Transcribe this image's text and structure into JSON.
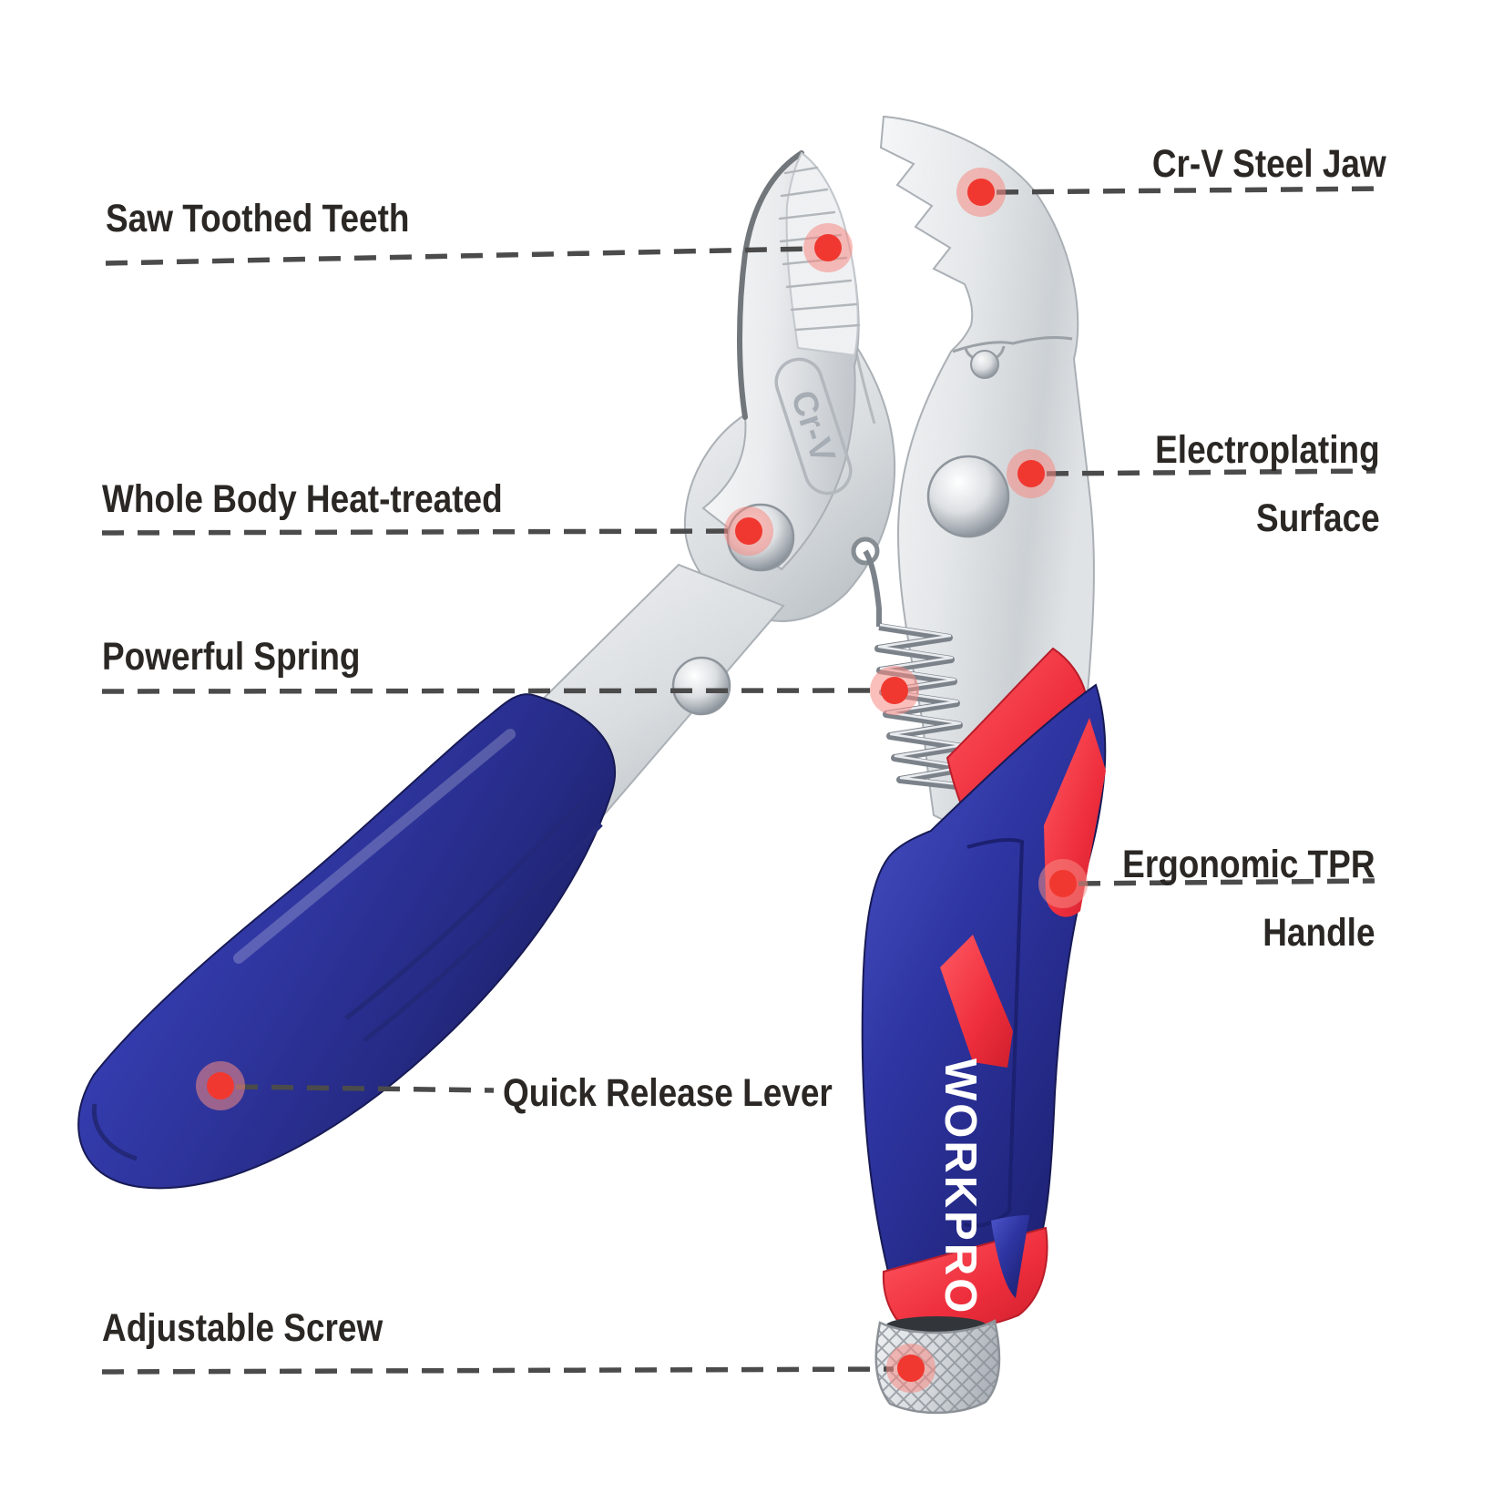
{
  "product": {
    "brand": "WORKPRO",
    "steel_stamp": "Cr-V"
  },
  "annotations": [
    {
      "id": "saw-toothed-teeth",
      "side": "left",
      "lines": [
        "Saw Toothed Teeth"
      ]
    },
    {
      "id": "cr-v-steel-jaw",
      "side": "right",
      "lines": [
        "Cr-V Steel Jaw"
      ]
    },
    {
      "id": "whole-body-heat-treated",
      "side": "left",
      "lines": [
        "Whole Body Heat-treated"
      ]
    },
    {
      "id": "electroplating-surface",
      "side": "right",
      "lines": [
        "Electroplating",
        "Surface"
      ]
    },
    {
      "id": "powerful-spring",
      "side": "left",
      "lines": [
        "Powerful Spring"
      ]
    },
    {
      "id": "ergonomic-tpr-handle",
      "side": "right",
      "lines": [
        "Ergonomic TPR",
        "Handle"
      ]
    },
    {
      "id": "quick-release-lever",
      "side": "center",
      "lines": [
        "Quick Release Lever"
      ]
    },
    {
      "id": "adjustable-screw",
      "side": "left",
      "lines": [
        "Adjustable Screw"
      ]
    }
  ],
  "colors": {
    "dot_red": "#f03830",
    "dot_halo": "#f58b84",
    "grip_blue": "#2e339f",
    "accent_red": "#ee2e3c",
    "label_text": "#2a2724",
    "leader_line": "#4b4b4b",
    "metal_light": "#f4f6f7",
    "metal_dark": "#c3c8cd"
  }
}
